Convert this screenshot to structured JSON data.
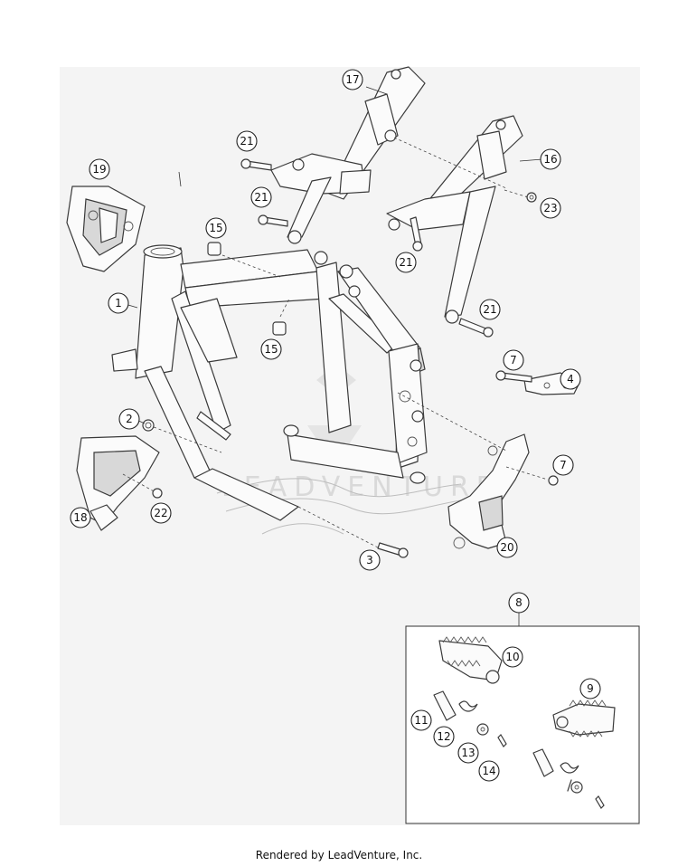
{
  "diagram": {
    "callouts": [
      "1",
      "2",
      "3",
      "4",
      "7",
      "7",
      "8",
      "9",
      "10",
      "11",
      "12",
      "13",
      "14",
      "15",
      "15",
      "16",
      "17",
      "18",
      "19",
      "20",
      "21",
      "21",
      "21",
      "21",
      "22",
      "23"
    ],
    "watermark": "LEADVENTURE"
  },
  "footer": {
    "text": "Rendered by LeadVenture, Inc."
  }
}
